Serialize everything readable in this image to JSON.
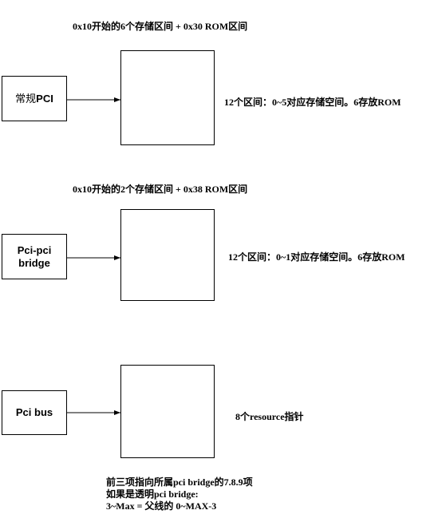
{
  "groups": [
    {
      "header": "0x10开始的6个存储区间 + 0x30 ROM区间",
      "box_prefix": "常规",
      "box_label": "PCI",
      "description": "12个区间：0~5对应存储空间。6存放ROM"
    },
    {
      "header": "0x10开始的2个存储区间 + 0x38 ROM区间",
      "box_line1": "Pci-pci",
      "box_line2": "bridge",
      "description": "12个区间：0~1对应存储空间。6存放ROM"
    },
    {
      "box_label": "Pci bus",
      "description": "8个resource指针"
    }
  ],
  "footer_notes": [
    "前三项指向所属pci bridge的7.8.9项",
    "如果是透明pci bridge:",
    "3~Max = 父线的 0~MAX-3"
  ]
}
